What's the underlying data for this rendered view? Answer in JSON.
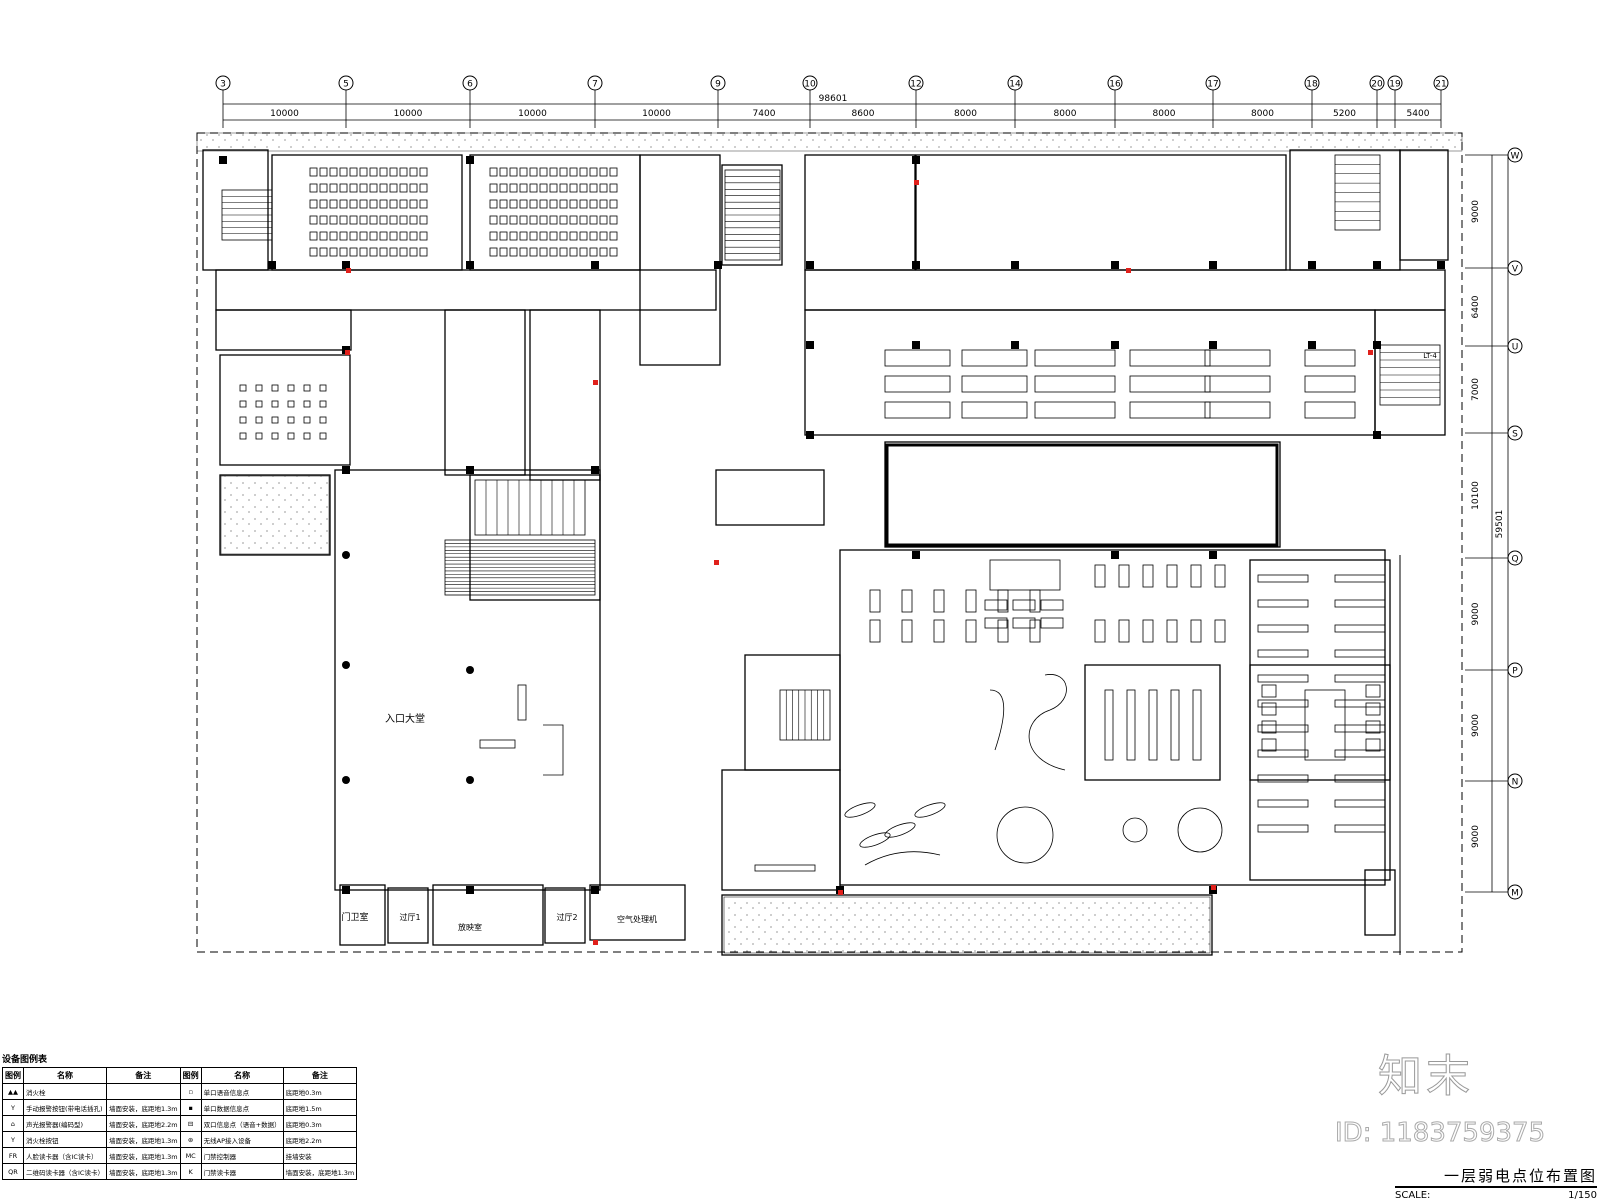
{
  "drawing": {
    "title": "一层弱电点位布置图",
    "scale_label": "SCALE:",
    "scale_value": "1/150"
  },
  "grid_axes": {
    "columns": [
      "3",
      "5",
      "6",
      "7",
      "9",
      "10",
      "12",
      "14",
      "16",
      "17",
      "18",
      "20",
      "19",
      "21"
    ],
    "column_dimensions": [
      "10000",
      "10000",
      "10000",
      "10000",
      "7400",
      "8600",
      "8000",
      "8000",
      "8000",
      "8000",
      "5200",
      "5400"
    ],
    "total_width": "98601",
    "rows": [
      "W",
      "V",
      "U",
      "S",
      "Q",
      "P",
      "N",
      "M"
    ],
    "row_dimensions": [
      "9000",
      "6400",
      "7000",
      "10100",
      "9000",
      "9000",
      "9000"
    ],
    "total_height": "59501"
  },
  "rooms": {
    "entrance_hall": "入口大堂",
    "guard_room": "门卫室",
    "vestibule_1": "过厅1",
    "vestibule_2": "过厅2",
    "projection_room": "放映室",
    "ahu_room": "空气处理机",
    "stair_lt4": "LT-4"
  },
  "legend": {
    "title": "设备图例表",
    "headers": [
      "图例",
      "名称",
      "备注",
      "图例",
      "名称",
      "备注"
    ],
    "rows": [
      {
        "icon_left": "fire-hydrant-icon",
        "name_left": "消火栓",
        "note_left": "",
        "icon_right": "single-voice-outlet-icon",
        "name_right": "单口语音信息点",
        "note_right": "底距地0.3m"
      },
      {
        "icon_left": "manual-alarm-button-icon",
        "name_left": "手动报警按钮(带电话插孔)",
        "note_left": "墙面安装，底距地1.3m",
        "icon_right": "single-data-outlet-icon",
        "name_right": "单口数据信息点",
        "note_right": "底距地1.5m"
      },
      {
        "icon_left": "audible-visual-alarm-icon",
        "name_left": "声光报警器(编码型)",
        "note_left": "墙面安装，底距地2.2m",
        "icon_right": "dual-outlet-icon",
        "name_right": "双口信息点（语音+数据）",
        "note_right": "底距地0.3m"
      },
      {
        "icon_left": "hydrant-button-icon",
        "name_left": "消火栓按钮",
        "note_left": "墙面安装，底距地1.3m",
        "icon_right": "wireless-ap-icon",
        "name_right": "无线AP接入设备",
        "note_right": "底距地2.2m"
      },
      {
        "icon_left": "face-reader-icon",
        "name_left": "人脸读卡器（含IC读卡）",
        "note_left": "墙面安装，底距地1.3m",
        "icon_right": "access-controller-icon",
        "name_right": "门禁控制器",
        "note_right": "挂墙安装"
      },
      {
        "icon_left": "qr-reader-icon",
        "name_left": "二维码读卡器（含IC读卡）",
        "note_left": "墙面安装，底距地1.3m",
        "icon_right": "door-reader-icon",
        "name_right": "门禁读卡器",
        "note_right": "墙面安装，底距地1.3m"
      }
    ]
  },
  "watermark": {
    "logo": "知末",
    "id": "ID: 1183759375"
  },
  "colors": {
    "line": "#000000",
    "accent_red": "#e0201b",
    "hatch": "#555555"
  }
}
